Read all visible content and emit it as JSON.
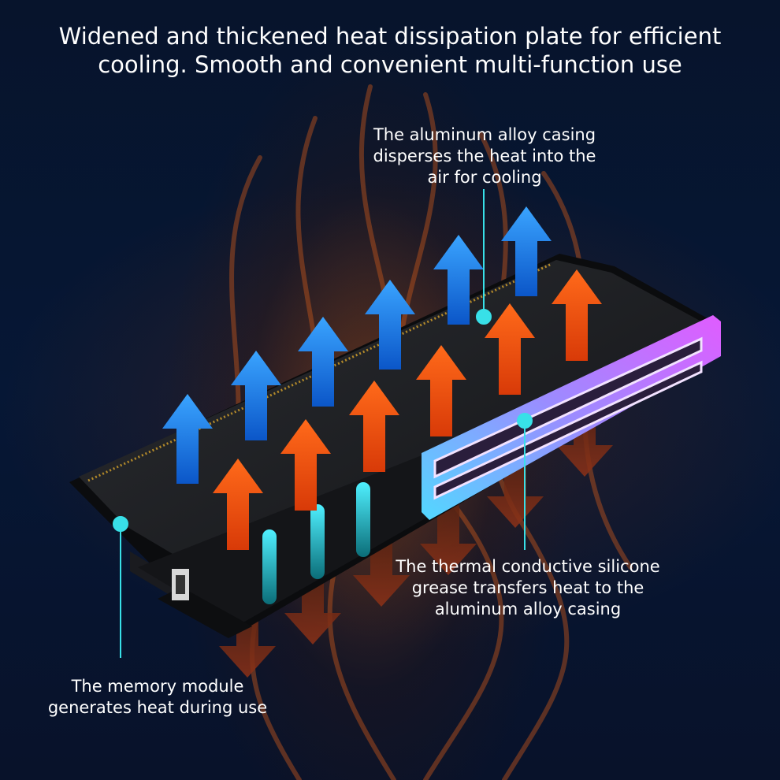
{
  "title": {
    "line1": "Widened and thickened heat dissipation plate for efficient",
    "line2": "cooling. Smooth and convenient multi-function use"
  },
  "callouts": {
    "casing": [
      "The aluminum alloy casing",
      "disperses the heat into the",
      "air for cooling"
    ],
    "grease": [
      "The thermal conductive silicone",
      "grease transfers heat to the",
      "aluminum alloy casing"
    ],
    "module": [
      "The memory module",
      "generates heat during use"
    ]
  },
  "colors": {
    "background": "#041026",
    "heat_arrow": "#ff5a14",
    "cool_arrow": "#1e8cff",
    "down_arrow": "#7a2a14",
    "callout_line": "#38e0e8",
    "rgb_bar_start": "#4ad2ff",
    "rgb_bar_end": "#d050ff"
  }
}
